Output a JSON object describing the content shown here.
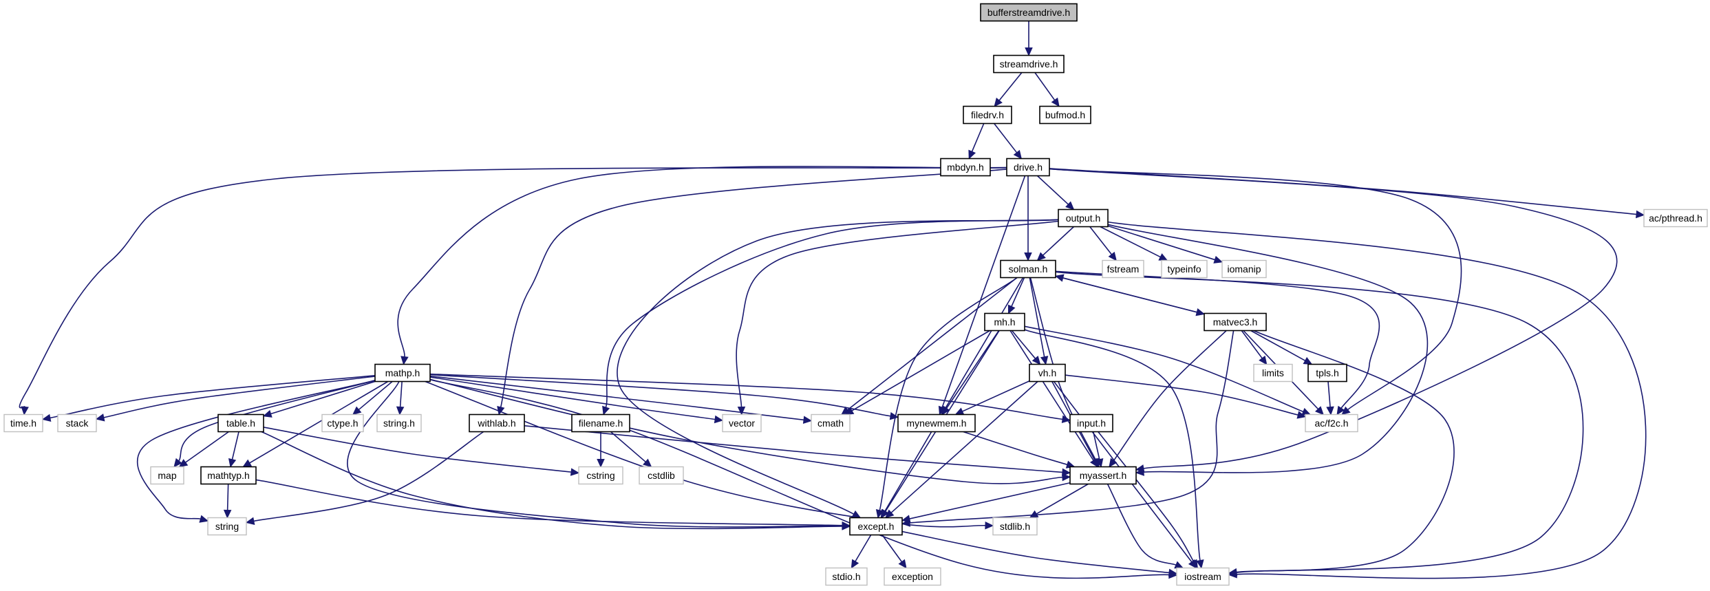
{
  "diagram": {
    "type": "include-dependency-graph",
    "colors": {
      "edge": "#191970",
      "node_border": "#000000",
      "system_border": "#bfbfbf",
      "root_fill": "#bfbfbf",
      "background": "#ffffff"
    },
    "nodes": [
      {
        "id": "bufferstreamdrive",
        "label": "bufferstreamdrive.h",
        "kind": "root"
      },
      {
        "id": "streamdrive",
        "label": "streamdrive.h",
        "kind": "file"
      },
      {
        "id": "filedrv",
        "label": "filedrv.h",
        "kind": "file"
      },
      {
        "id": "bufmod",
        "label": "bufmod.h",
        "kind": "file"
      },
      {
        "id": "mbdyn",
        "label": "mbdyn.h",
        "kind": "file"
      },
      {
        "id": "drive",
        "label": "drive.h",
        "kind": "file"
      },
      {
        "id": "pthread",
        "label": "ac/pthread.h",
        "kind": "system"
      },
      {
        "id": "output",
        "label": "output.h",
        "kind": "file"
      },
      {
        "id": "solman",
        "label": "solman.h",
        "kind": "file"
      },
      {
        "id": "fstream",
        "label": "fstream",
        "kind": "system"
      },
      {
        "id": "typeinfo",
        "label": "typeinfo",
        "kind": "system"
      },
      {
        "id": "iomanip",
        "label": "iomanip",
        "kind": "system"
      },
      {
        "id": "mh",
        "label": "mh.h",
        "kind": "file"
      },
      {
        "id": "matvec3",
        "label": "matvec3.h",
        "kind": "file"
      },
      {
        "id": "vh",
        "label": "vh.h",
        "kind": "file"
      },
      {
        "id": "limits",
        "label": "limits",
        "kind": "system"
      },
      {
        "id": "tpls",
        "label": "tpls.h",
        "kind": "file"
      },
      {
        "id": "mathp",
        "label": "mathp.h",
        "kind": "file"
      },
      {
        "id": "timeh",
        "label": "time.h",
        "kind": "system"
      },
      {
        "id": "stack",
        "label": "stack",
        "kind": "system"
      },
      {
        "id": "table",
        "label": "table.h",
        "kind": "file"
      },
      {
        "id": "ctype",
        "label": "ctype.h",
        "kind": "system"
      },
      {
        "id": "stringh",
        "label": "string.h",
        "kind": "system"
      },
      {
        "id": "withlab",
        "label": "withlab.h",
        "kind": "file"
      },
      {
        "id": "filename",
        "label": "filename.h",
        "kind": "file"
      },
      {
        "id": "vector",
        "label": "vector",
        "kind": "system"
      },
      {
        "id": "cmath",
        "label": "cmath",
        "kind": "system"
      },
      {
        "id": "mynewmem",
        "label": "mynewmem.h",
        "kind": "file"
      },
      {
        "id": "input",
        "label": "input.h",
        "kind": "file"
      },
      {
        "id": "f2c",
        "label": "ac/f2c.h",
        "kind": "system"
      },
      {
        "id": "map",
        "label": "map",
        "kind": "system"
      },
      {
        "id": "mathtyp",
        "label": "mathtyp.h",
        "kind": "file"
      },
      {
        "id": "cstring",
        "label": "cstring",
        "kind": "system"
      },
      {
        "id": "cstdlib",
        "label": "cstdlib",
        "kind": "system"
      },
      {
        "id": "myassert",
        "label": "myassert.h",
        "kind": "file"
      },
      {
        "id": "string",
        "label": "string",
        "kind": "system"
      },
      {
        "id": "except",
        "label": "except.h",
        "kind": "file"
      },
      {
        "id": "stdlib",
        "label": "stdlib.h",
        "kind": "system"
      },
      {
        "id": "stdio",
        "label": "stdio.h",
        "kind": "system"
      },
      {
        "id": "exception",
        "label": "exception",
        "kind": "system"
      },
      {
        "id": "iostream",
        "label": "iostream",
        "kind": "system"
      }
    ],
    "edges": [
      [
        "bufferstreamdrive",
        "streamdrive"
      ],
      [
        "streamdrive",
        "filedrv"
      ],
      [
        "streamdrive",
        "bufmod"
      ],
      [
        "filedrv",
        "mbdyn"
      ],
      [
        "filedrv",
        "drive"
      ],
      [
        "drive",
        "output"
      ],
      [
        "drive",
        "solman"
      ],
      [
        "drive",
        "mynewmem"
      ],
      [
        "drive",
        "mathp"
      ],
      [
        "drive",
        "timeh"
      ],
      [
        "drive",
        "withlab"
      ],
      [
        "drive",
        "pthread"
      ],
      [
        "drive",
        "f2c"
      ],
      [
        "drive",
        "myassert"
      ],
      [
        "output",
        "solman"
      ],
      [
        "output",
        "fstream"
      ],
      [
        "output",
        "typeinfo"
      ],
      [
        "output",
        "iomanip"
      ],
      [
        "output",
        "filename"
      ],
      [
        "output",
        "vector"
      ],
      [
        "output",
        "except"
      ],
      [
        "output",
        "myassert"
      ],
      [
        "output",
        "iostream"
      ],
      [
        "solman",
        "mh"
      ],
      [
        "solman",
        "matvec3"
      ],
      [
        "solman",
        "vh"
      ],
      [
        "solman",
        "cmath"
      ],
      [
        "solman",
        "mynewmem"
      ],
      [
        "solman",
        "except"
      ],
      [
        "solman",
        "myassert"
      ],
      [
        "solman",
        "f2c"
      ],
      [
        "solman",
        "iostream"
      ],
      [
        "matvec3",
        "solman"
      ],
      [
        "matvec3",
        "limits"
      ],
      [
        "matvec3",
        "tpls"
      ],
      [
        "matvec3",
        "f2c"
      ],
      [
        "matvec3",
        "myassert"
      ],
      [
        "matvec3",
        "except"
      ],
      [
        "matvec3",
        "iostream"
      ],
      [
        "tpls",
        "f2c"
      ],
      [
        "mh",
        "vh"
      ],
      [
        "mh",
        "cmath"
      ],
      [
        "mh",
        "mynewmem"
      ],
      [
        "mh",
        "except"
      ],
      [
        "mh",
        "myassert"
      ],
      [
        "mh",
        "f2c"
      ],
      [
        "mh",
        "iostream"
      ],
      [
        "vh",
        "mynewmem"
      ],
      [
        "vh",
        "myassert"
      ],
      [
        "vh",
        "except"
      ],
      [
        "vh",
        "f2c"
      ],
      [
        "vh",
        "iostream"
      ],
      [
        "mathp",
        "timeh"
      ],
      [
        "mathp",
        "stack"
      ],
      [
        "mathp",
        "table"
      ],
      [
        "mathp",
        "ctype"
      ],
      [
        "mathp",
        "stringh"
      ],
      [
        "mathp",
        "vector"
      ],
      [
        "mathp",
        "cmath"
      ],
      [
        "mathp",
        "mynewmem"
      ],
      [
        "mathp",
        "input"
      ],
      [
        "mathp",
        "map"
      ],
      [
        "mathp",
        "mathtyp"
      ],
      [
        "mathp",
        "string"
      ],
      [
        "mathp",
        "except"
      ],
      [
        "mathp",
        "myassert"
      ],
      [
        "mathp",
        "stdlib"
      ],
      [
        "mathp",
        "iostream"
      ],
      [
        "table",
        "map"
      ],
      [
        "table",
        "mathtyp"
      ],
      [
        "table",
        "cstring"
      ],
      [
        "table",
        "except"
      ],
      [
        "mathtyp",
        "except"
      ],
      [
        "mathtyp",
        "string"
      ],
      [
        "withlab",
        "string"
      ],
      [
        "withlab",
        "myassert"
      ],
      [
        "filename",
        "cstring"
      ],
      [
        "filename",
        "cstdlib"
      ],
      [
        "mynewmem",
        "myassert"
      ],
      [
        "mynewmem",
        "except"
      ],
      [
        "input",
        "myassert"
      ],
      [
        "input",
        "iostream"
      ],
      [
        "myassert",
        "except"
      ],
      [
        "myassert",
        "stdlib"
      ],
      [
        "myassert",
        "iostream"
      ],
      [
        "except",
        "stdio"
      ],
      [
        "except",
        "exception"
      ],
      [
        "except",
        "iostream"
      ]
    ]
  }
}
